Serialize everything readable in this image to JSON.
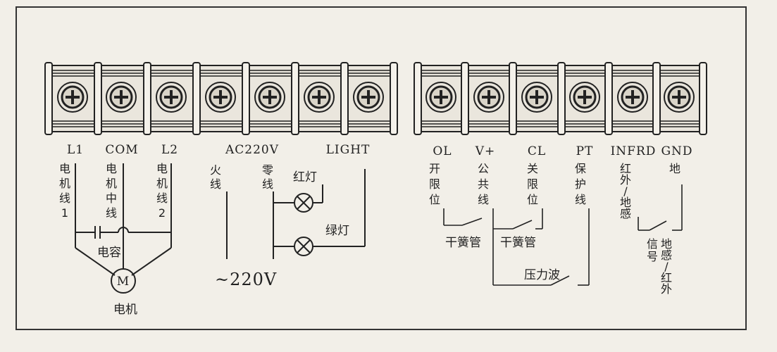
{
  "left_block": {
    "labels": [
      "L1",
      "COM",
      "L2",
      "AC220V",
      "LIGHT"
    ],
    "wire_notes": {
      "motor_wire_1": "电机线1",
      "motor_neutral": "电机中线",
      "motor_wire_2": "电机线2",
      "live": "火线",
      "neutral": "零线",
      "red_light": "红灯",
      "green_light": "绿灯",
      "capacitor": "电容",
      "motor_symbol": "M",
      "motor": "电机",
      "supply": "~220V"
    }
  },
  "right_block": {
    "labels": [
      "OL",
      "V+",
      "CL",
      "PT",
      "INFRD",
      "GND"
    ],
    "wire_notes": {
      "open_limit": "开限位",
      "common": "公共线",
      "close_limit": "关限位",
      "protect": "保护线",
      "ir_ground_sense": "红外/地感",
      "ground": "地",
      "reed_switch_1": "干簧管",
      "reed_switch_2": "干簧管",
      "pressure_wave": "压力波",
      "signal": "信号",
      "ground_sense_ir": "地感/红外"
    }
  }
}
